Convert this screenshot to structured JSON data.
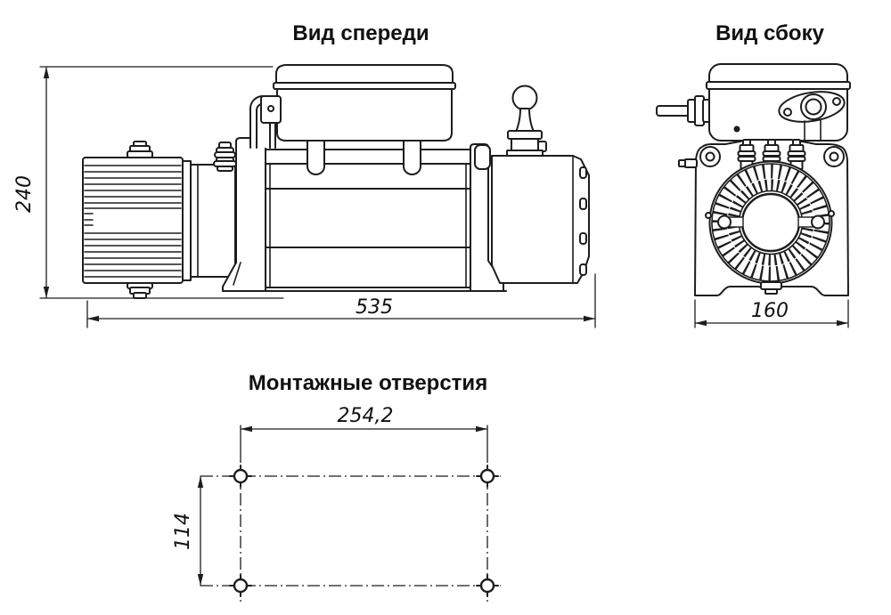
{
  "colors": {
    "line": "#1d1d1d",
    "background": "#ffffff",
    "text": "#111111"
  },
  "views": {
    "front": {
      "title": "Вид спереди",
      "dim_height": "240",
      "dim_width": "535"
    },
    "side": {
      "title": "Вид сбоку",
      "dim_width": "160"
    },
    "mounting": {
      "title": "Монтажные отверстия",
      "dim_width": "254,2",
      "dim_height": "114",
      "holes_count": "4"
    }
  }
}
